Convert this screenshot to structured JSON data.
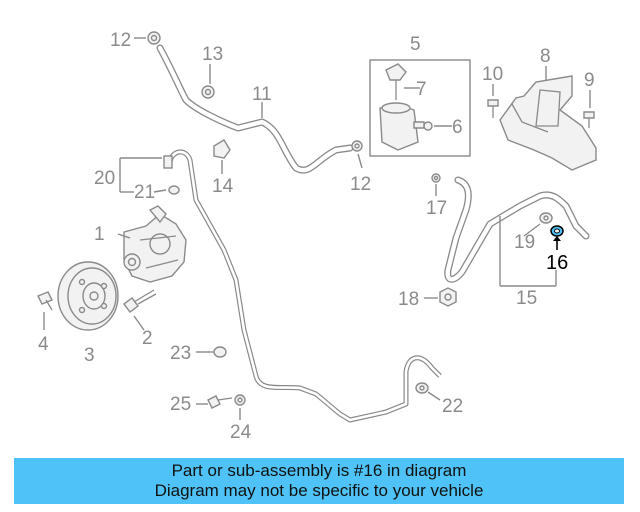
{
  "diagram": {
    "labels": {
      "p1": "1",
      "p2": "2",
      "p3": "3",
      "p4": "4",
      "p5": "5",
      "p6": "6",
      "p7": "7",
      "p8": "8",
      "p9": "9",
      "p10": "10",
      "p11": "11",
      "p12a": "12",
      "p12b": "12",
      "p13": "13",
      "p14": "14",
      "p15": "15",
      "p16": "16",
      "p17": "17",
      "p18": "18",
      "p19": "19",
      "p20": "20",
      "p21": "21",
      "p22": "22",
      "p23": "23",
      "p24": "24",
      "p25": "25"
    },
    "highlight_part": "16",
    "highlight_color": "#4fc3f7",
    "line_color": "#8a8a8a"
  },
  "banner": {
    "line1": "Part or sub-assembly is #16 in diagram",
    "line2": "Diagram may not be specific to your vehicle",
    "background": "#4fc3f7"
  }
}
